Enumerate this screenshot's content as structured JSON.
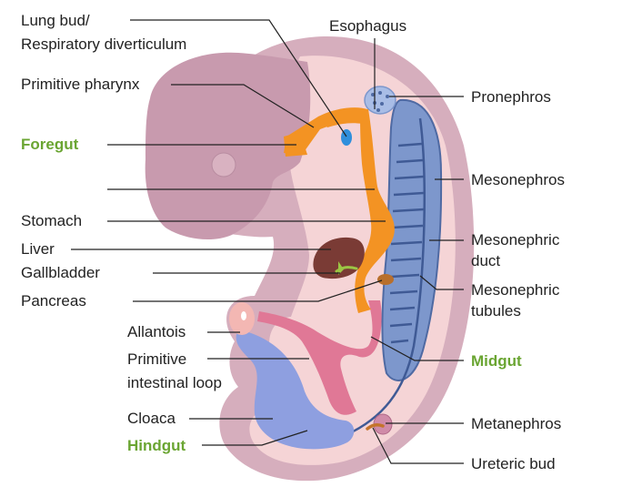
{
  "colors": {
    "accent_green": "#6aa532",
    "embryo_outer": "#d6aebd",
    "embryo_inner": "#f5d4d6",
    "head_fold": "#c89aae",
    "foregut_orange": "#f39323",
    "midgut_pink": "#e07896",
    "hindgut_blue": "#8e9fe0",
    "mesonephros_blue": "#7d97cc",
    "liver_brown": "#7a3b35",
    "gallbladder_green": "#9cc544",
    "pancreas_brown": "#b86f2c",
    "ureteric_bud": "#c4742b",
    "metanephros_pink": "#d08ba8",
    "text": "#222222"
  },
  "labels": {
    "lung_bud": [
      "Lung bud/",
      "Respiratory diverticulum"
    ],
    "primitive_pharynx": "Primitive pharynx",
    "foregut": "Foregut",
    "stomach": "Stomach",
    "liver": "Liver",
    "gallbladder": "Gallbladder",
    "pancreas": "Pancreas",
    "allantois": "Allantois",
    "primitive_intestinal_loop": [
      "Primitive",
      "intestinal loop"
    ],
    "cloaca": "Cloaca",
    "hindgut": "Hindgut",
    "esophagus": "Esophagus",
    "pronephros": "Pronephros",
    "mesonephros": "Mesonephros",
    "mesonephric_duct": [
      "Mesonephric",
      "duct"
    ],
    "mesonephric_tubules": [
      "Mesonephric",
      "tubules"
    ],
    "midgut": "Midgut",
    "metanephros": "Metanephros",
    "ureteric_bud": "Ureteric bud"
  }
}
